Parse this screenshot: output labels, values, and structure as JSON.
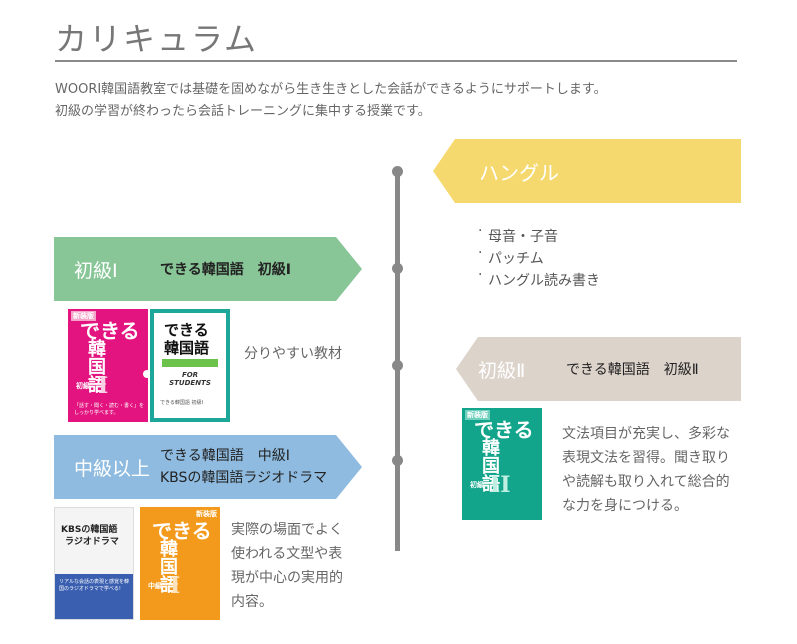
{
  "page": {
    "title": "カリキュラム",
    "intro_line1": "WOORI韓国語教室では基礎を固めながら生き生きとした会話ができるようにサポートします。",
    "intro_line2": "初級の学習が終わったら会話トレーニングに集中する授業です。"
  },
  "hangul": {
    "label": "ハングル",
    "items": [
      "母音・子音",
      "パッチム",
      "ハングル読み書き"
    ]
  },
  "shokyu1": {
    "label": "初級Ⅰ",
    "book": "できる韓国語　初級Ⅰ",
    "caption": "分りやすい教材",
    "cover1": {
      "top": "できる",
      "bottom": "韓国語",
      "tag": "初級",
      "numeral": "I",
      "note": "「話す・聞く・読む・書く」を しっかり学べます。",
      "badge": "新装版"
    },
    "cover2": {
      "top": "できる",
      "bottom": "韓国語",
      "sub": "FOR STUDENTS",
      "note": "できる韓国語 初級I"
    }
  },
  "shokyu2": {
    "label": "初級Ⅱ",
    "book": "できる韓国語　初級Ⅱ",
    "desc_lines": [
      "文法項目が充実し、多彩な",
      "表現文法を習得。聞き取り",
      "や読解も取り入れて総合的",
      "な力を身につける。"
    ],
    "cover": {
      "top": "できる",
      "bottom": "韓国語",
      "tag": "初級",
      "numeral": "II",
      "badge": "新装版"
    }
  },
  "chukyu": {
    "label": "中級以上",
    "book_line1": "できる韓国語　中級Ⅰ",
    "book_line2": "KBSの韓国語ラジオドラマ",
    "desc_lines": [
      "実際の場面でよく",
      "使われる文型や表",
      "現が中心の実用的",
      "内容。"
    ],
    "cover1": {
      "title1": "KBSの韓国語",
      "title2": "ラジオドラマ",
      "note": "リアルな会話の表現と感覚を韓国のラジオドラマで学べる!"
    },
    "cover2": {
      "top": "できる",
      "bottom": "韓国語",
      "tag": "中級",
      "numeral": "I",
      "badge": "新装版"
    }
  },
  "colors": {
    "hangul": "#f6d96e",
    "shokyu1": "#88c597",
    "shokyu2": "#dcd3cb",
    "chukyu": "#8ebbdf",
    "timeline": "#888888"
  }
}
